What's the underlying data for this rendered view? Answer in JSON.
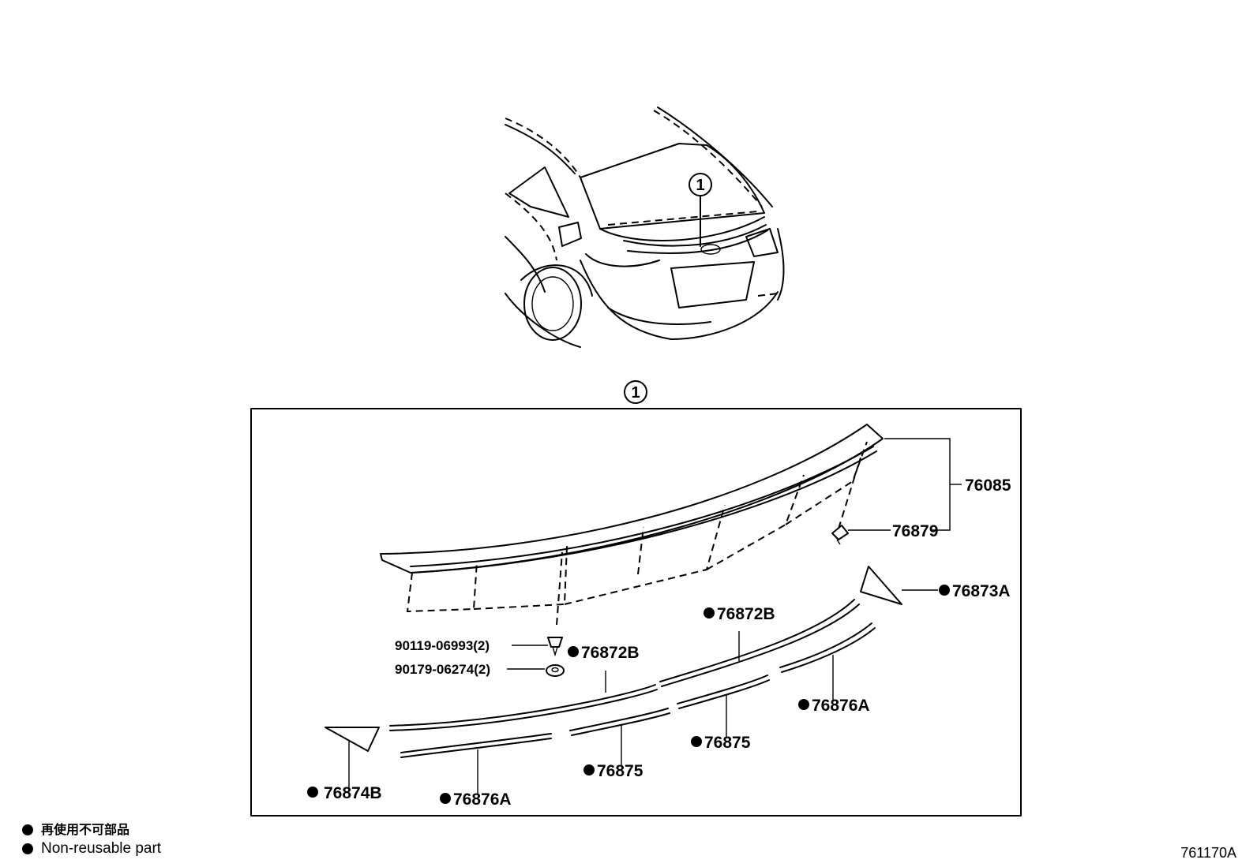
{
  "callout": "1",
  "parts": {
    "p76085": "76085",
    "p76879": "76879",
    "p76873A": "76873A",
    "p76872B_right": "76872B",
    "p76872B_left": "76872B",
    "p90119": "90119-06993(2)",
    "p90179": "90179-06274(2)",
    "p76876A_right": "76876A",
    "p76875_right": "76875",
    "p76875_left": "76875",
    "p76874B": "76874B",
    "p76876A_left": "76876A"
  },
  "legend": {
    "japanese": "再使用不可部品",
    "english": "Non-reusable part"
  },
  "illustration_code": "761170A",
  "colors": {
    "line": "#000000",
    "background": "#ffffff"
  }
}
